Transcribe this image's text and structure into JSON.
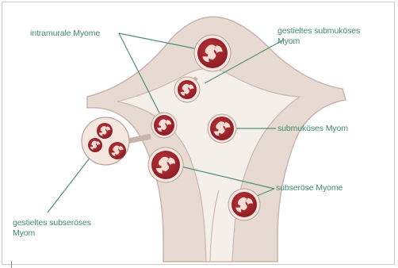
{
  "labels": {
    "intramural": "intramurale Myome",
    "pedunculated_submucous_1": "gestieltes submuköses",
    "pedunculated_submucous_2": "Myom",
    "submucous": "submuköses Myom",
    "subserous": "subseröse Myome",
    "pedunculated_subserous_1": "gestieltes subseröses",
    "pedunculated_subserous_2": "Myom"
  },
  "colors": {
    "label_text": "#3f8a6c",
    "leader_line": "#4f8f74",
    "uterus_wall": "#e7dad3",
    "uterus_outline": "#c8b4aa",
    "cavity": "#f5efea",
    "fibroid": "#a8262e",
    "fibroid_ring": "#f3e7df",
    "fibroid_swirl": "#f6ddd6"
  }
}
